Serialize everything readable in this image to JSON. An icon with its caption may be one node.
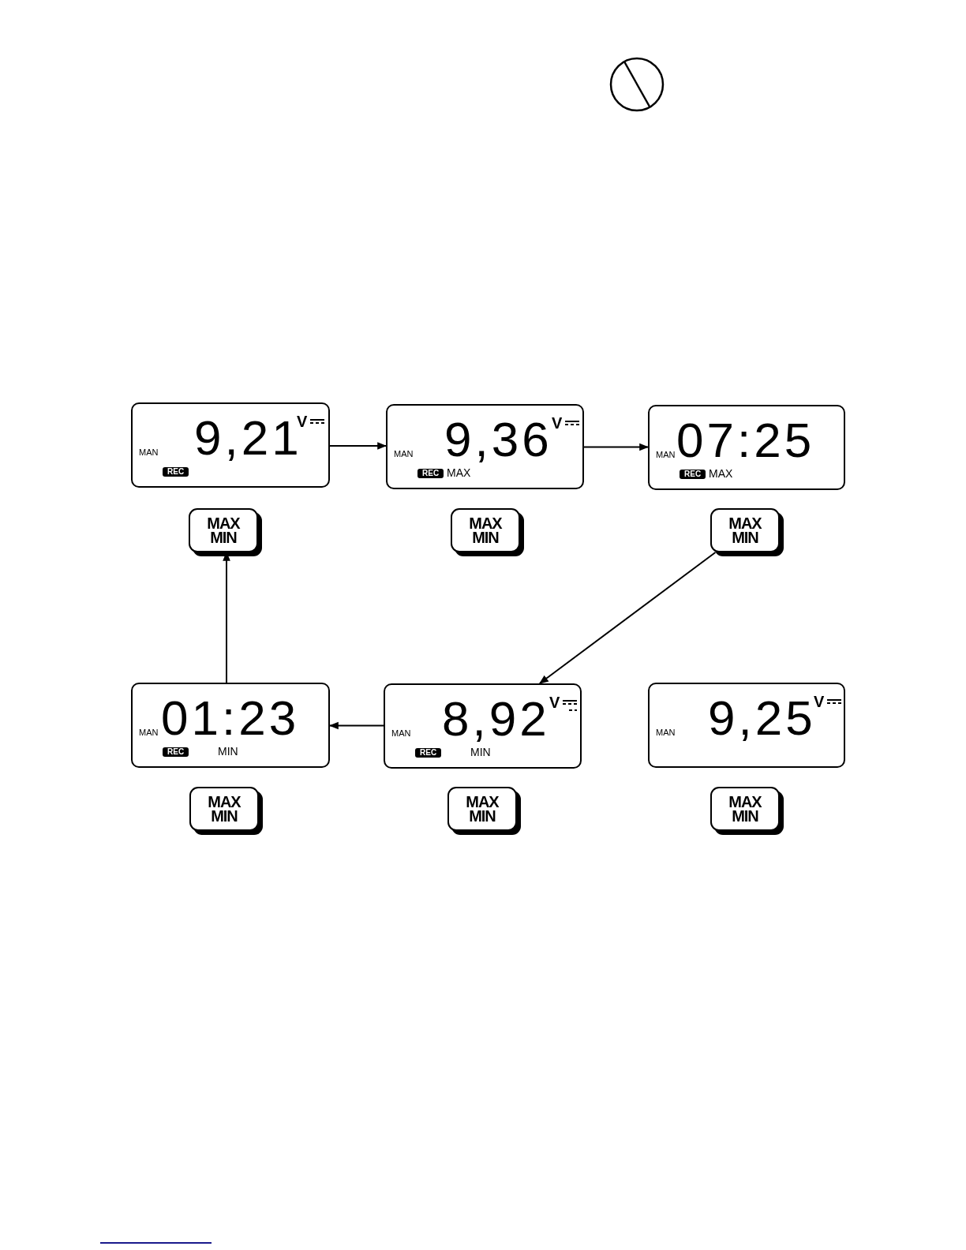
{
  "diagram": {
    "nodes": [
      {
        "text": [
          "MAN",
          "9,21",
          "V",
          "REC"
        ]
      },
      {
        "text": [
          "MAN",
          "9,36",
          "V",
          "REC",
          "MAX"
        ]
      },
      {
        "text": [
          "MAN",
          "07:25",
          "REC",
          "MAX"
        ]
      },
      {
        "text": [
          "MAX MIN"
        ]
      },
      {
        "text": [
          "MAX MIN"
        ]
      },
      {
        "text": [
          "MAX MIN"
        ]
      },
      {
        "text": [
          "MAN",
          "01:23",
          "REC",
          "MIN"
        ]
      },
      {
        "text": [
          "MAN",
          "8,92",
          "V",
          "REC",
          "MIN"
        ]
      },
      {
        "text": [
          "MAN",
          "9,25",
          "V"
        ]
      },
      {
        "text": [
          "MAX MIN"
        ]
      },
      {
        "text": [
          "MAX MIN"
        ]
      },
      {
        "text": [
          "MAX MIN"
        ]
      }
    ],
    "edges": [
      {
        "from": 0,
        "to": 1,
        "arrow": "to"
      },
      {
        "from": 1,
        "to": 2,
        "arrow": "to"
      },
      {
        "from": 5,
        "to": 7,
        "arrow": "to"
      },
      {
        "from": 7,
        "to": 6,
        "arrow": "to"
      },
      {
        "from": 6,
        "to": 3,
        "arrow": "to"
      }
    ]
  }
}
